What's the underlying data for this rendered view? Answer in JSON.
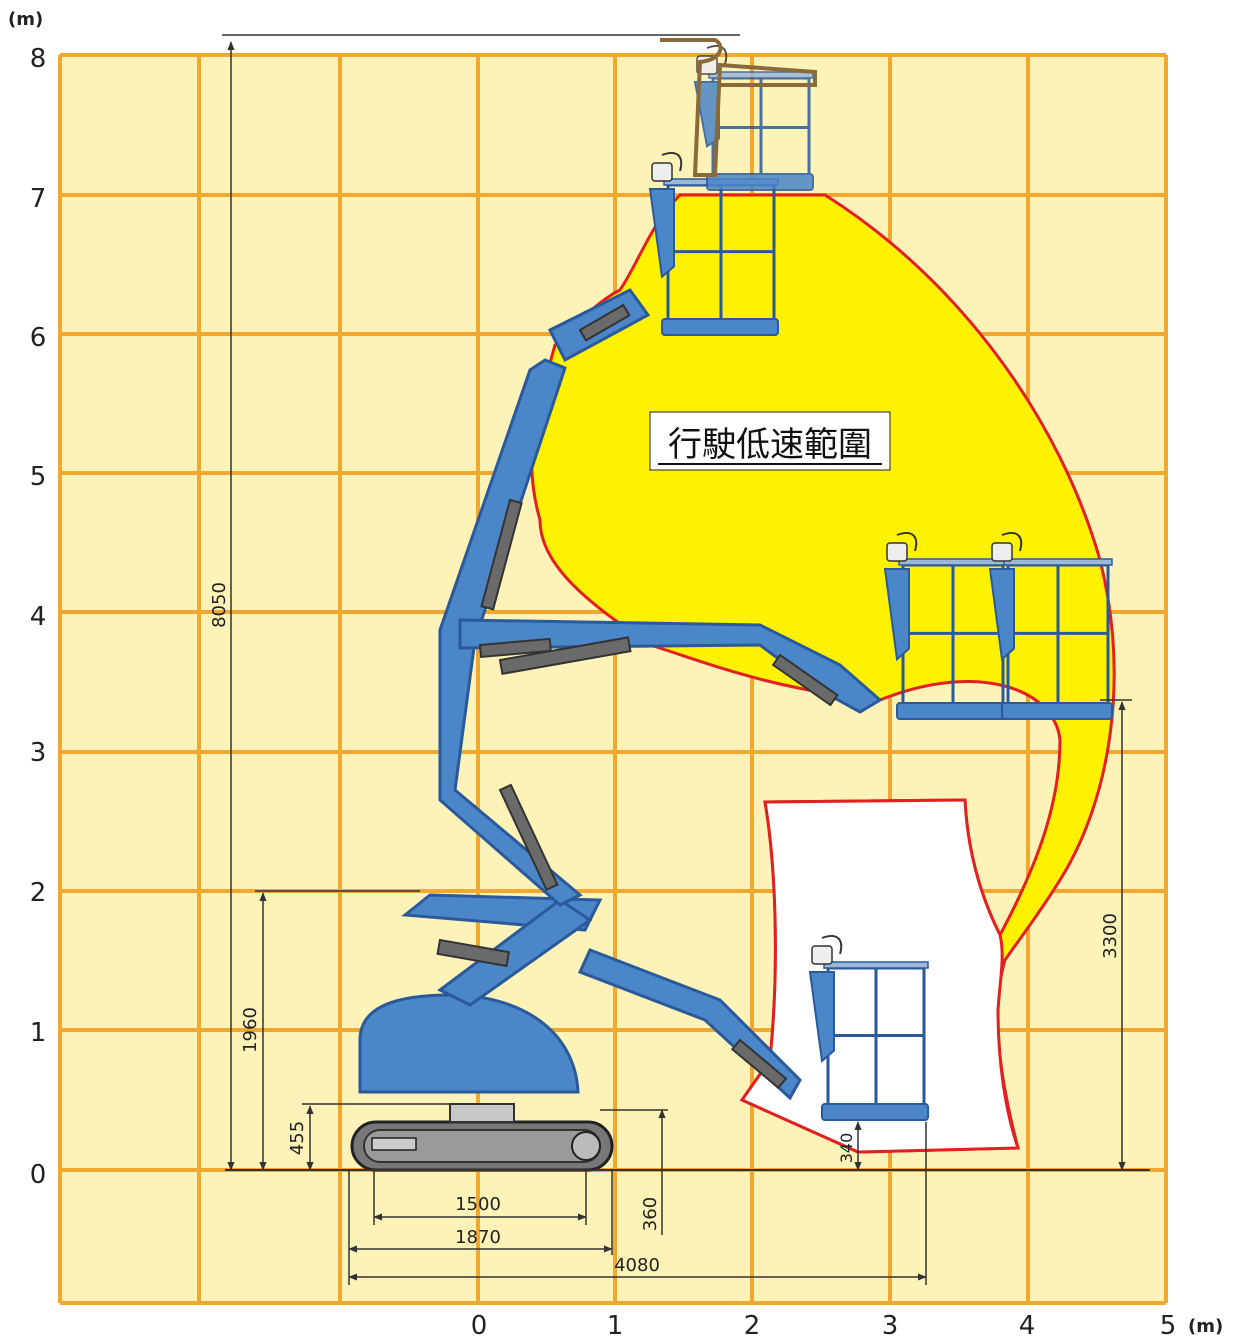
{
  "axes": {
    "y_unit": "(m)",
    "x_unit": "(m)",
    "y_ticks": [
      "8",
      "7",
      "6",
      "5",
      "4",
      "3",
      "2",
      "1",
      "0"
    ],
    "x_ticks": [
      "0",
      "1",
      "2",
      "3",
      "4",
      "5"
    ]
  },
  "zone_label": "行駛低速範圍",
  "dimensions": {
    "max_height": "8050",
    "pivot_height": "1960",
    "track_height": "455",
    "track_inner": "1500",
    "track_outer": "1870",
    "max_reach": "4080",
    "ground_clear": "360",
    "bucket_low": "340",
    "reach_height": "3300"
  },
  "colors": {
    "grid_line": "#f0a830",
    "grid_fill": "#fdf2b8",
    "zone_fill": "#fff200",
    "zone_border": "#e32020",
    "machine_body": "#4a86c8",
    "machine_dark": "#2a5a9a",
    "machine_cylinder": "#6a6a6a"
  }
}
